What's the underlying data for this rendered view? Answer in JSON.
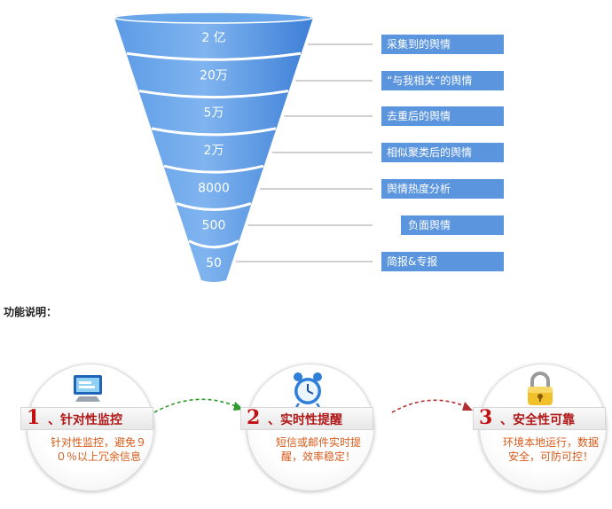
{
  "chart_data": {
    "type": "funnel",
    "stages": [
      {
        "value_text": "2 亿",
        "label": "采集到的舆情"
      },
      {
        "value_text": "20万",
        "label": "“与我相关“的舆情"
      },
      {
        "value_text": "5万",
        "label": "去重后的舆情"
      },
      {
        "value_text": "2万",
        "label": "相似聚类后的舆情"
      },
      {
        "value_text": "8000",
        "label": "舆情热度分析"
      },
      {
        "value_text": "500",
        "label": "负面舆情"
      },
      {
        "value_text": "50",
        "label": "简报&专报"
      }
    ]
  },
  "colors": {
    "funnel_top": "#3d7fd6",
    "funnel_bottom": "#a9cff5",
    "label_bg": "#5b95dd",
    "connector": "#a0a0a0",
    "feature_number": "#c01010",
    "feature_desc": "#d85a1a",
    "arrow_green": "#2e9a2e",
    "arrow_red": "#b03030"
  },
  "section": {
    "title": "功能说明："
  },
  "features": [
    {
      "number": "1",
      "name": "、针对性监控",
      "desc": "针对性监控，避免９０％以上冗余信息",
      "icon": "monitor-icon"
    },
    {
      "number": "2",
      "name": "、实时性提醒",
      "desc": "短信或邮件实时提醒，效率稳定！",
      "icon": "alarm-clock-icon"
    },
    {
      "number": "3",
      "name": "、安全性可靠",
      "desc": "环境本地运行，数据安全，可防可控！",
      "icon": "padlock-icon"
    }
  ]
}
